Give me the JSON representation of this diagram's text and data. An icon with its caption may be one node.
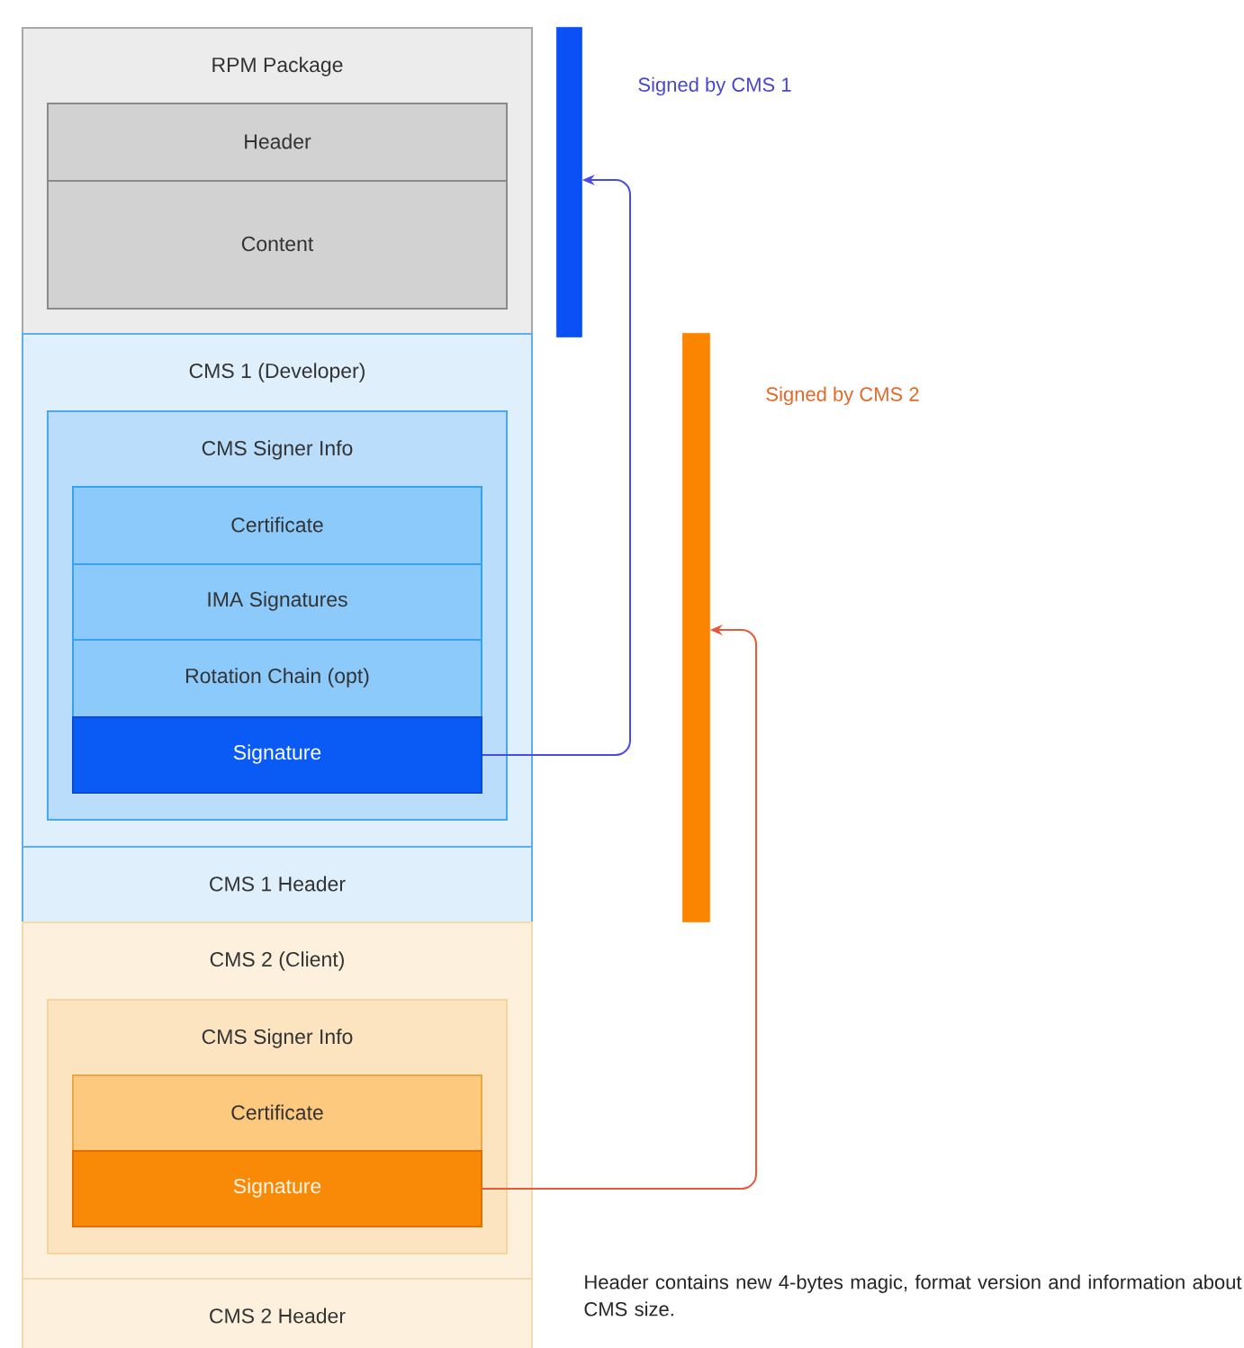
{
  "diagram": {
    "nodes": [
      {
        "text": [
          "RPM Package"
        ]
      },
      {
        "text": [
          "Header"
        ],
        "in": 0
      },
      {
        "text": [
          "Content"
        ],
        "in": 0
      },
      {
        "text": [
          "CMS 1 (Developer)"
        ]
      },
      {
        "text": [
          "CMS Signer Info"
        ],
        "in": 3
      },
      {
        "text": [
          "Certificate"
        ],
        "in": 4
      },
      {
        "text": [
          "IMA Signatures"
        ],
        "in": 4
      },
      {
        "text": [
          "Rotation Chain (opt)"
        ],
        "in": 4
      },
      {
        "text": [
          "Signature"
        ],
        "in": 4
      },
      {
        "text": [
          "CMS 1 Header"
        ]
      },
      {
        "text": [
          "CMS 2 (Client)"
        ]
      },
      {
        "text": [
          "CMS Signer Info"
        ],
        "in": 10
      },
      {
        "text": [
          "Certificate"
        ],
        "in": 11
      },
      {
        "text": [
          "Signature"
        ],
        "in": 11
      },
      {
        "text": [
          "CMS 2 Header"
        ]
      },
      {
        "text": [],
        "shape": "bar",
        "beside": [
          "Signed by CMS 1"
        ]
      },
      {
        "text": [],
        "shape": "bar",
        "beside": [
          "Signed by CMS 2"
        ]
      }
    ],
    "edges": [
      {
        "from": 8,
        "to": 15,
        "arrow": "to",
        "color": "#4a4ae6"
      },
      {
        "from": 13,
        "to": 16,
        "arrow": "to",
        "color": "#e8583a"
      }
    ],
    "labels": [
      "Header contains new 4-bytes magic, format version and information about CMS size."
    ]
  }
}
